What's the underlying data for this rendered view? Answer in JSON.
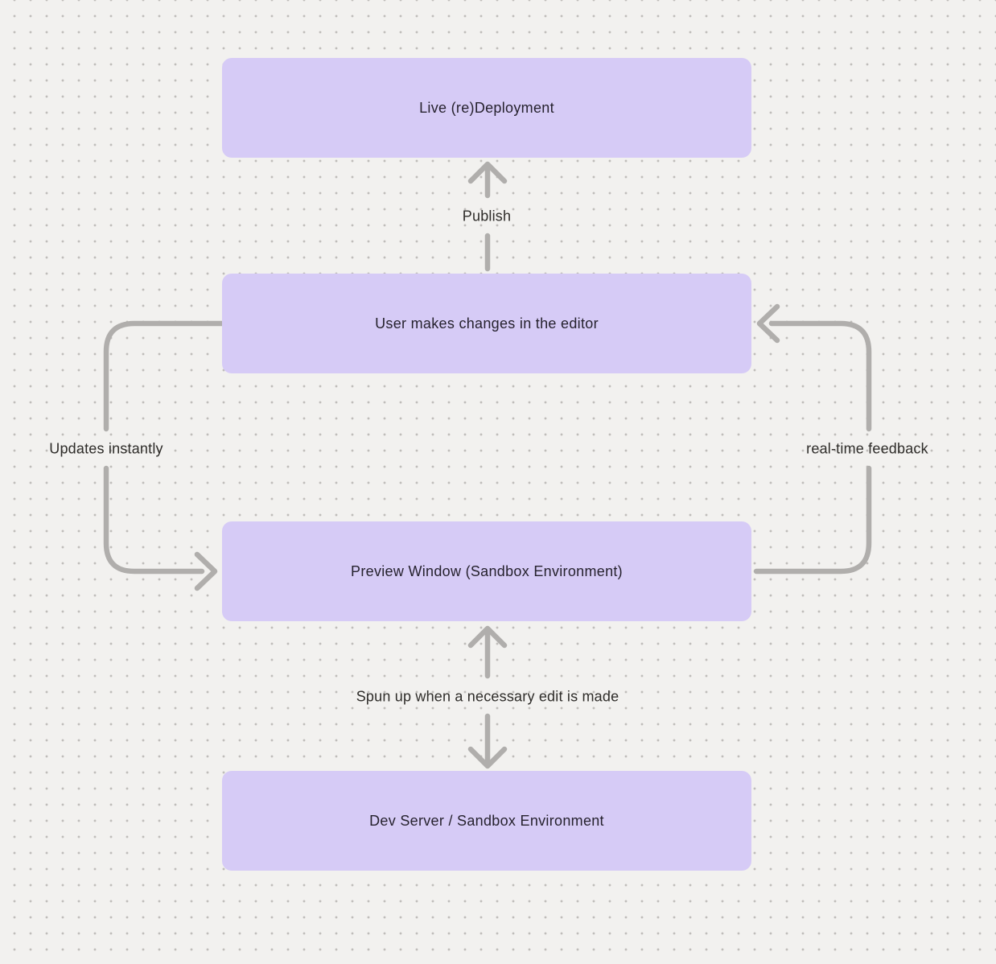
{
  "canvas": {
    "background_color": "#f2f1ef",
    "dot_color": "#bfbdba",
    "node_fill_color": "#d6cbf6",
    "node_text_color": "#26222e",
    "arrow_color": "#b0aeac",
    "edge_label_color": "#2e2c29"
  },
  "diagram": {
    "nodes": [
      {
        "id": "live-redeployment",
        "label": "Live (re)Deployment"
      },
      {
        "id": "user-editor",
        "label": "User makes changes in the editor"
      },
      {
        "id": "preview-window",
        "label": "Preview Window (Sandbox Environment)"
      },
      {
        "id": "dev-server",
        "label": "Dev Server / Sandbox Environment"
      }
    ],
    "edges": [
      {
        "id": "publish",
        "label": "Publish",
        "from": "user-editor",
        "to": "live-redeployment"
      },
      {
        "id": "updates-instantly",
        "label": "Updates instantly",
        "from": "user-editor",
        "to": "preview-window"
      },
      {
        "id": "real-time-feedback",
        "label": "real-time feedback",
        "from": "preview-window",
        "to": "user-editor"
      },
      {
        "id": "spun-up",
        "label": "Spun up when a necessary edit is made",
        "from": "dev-server",
        "to": "preview-window",
        "bidirectional": true
      }
    ]
  }
}
